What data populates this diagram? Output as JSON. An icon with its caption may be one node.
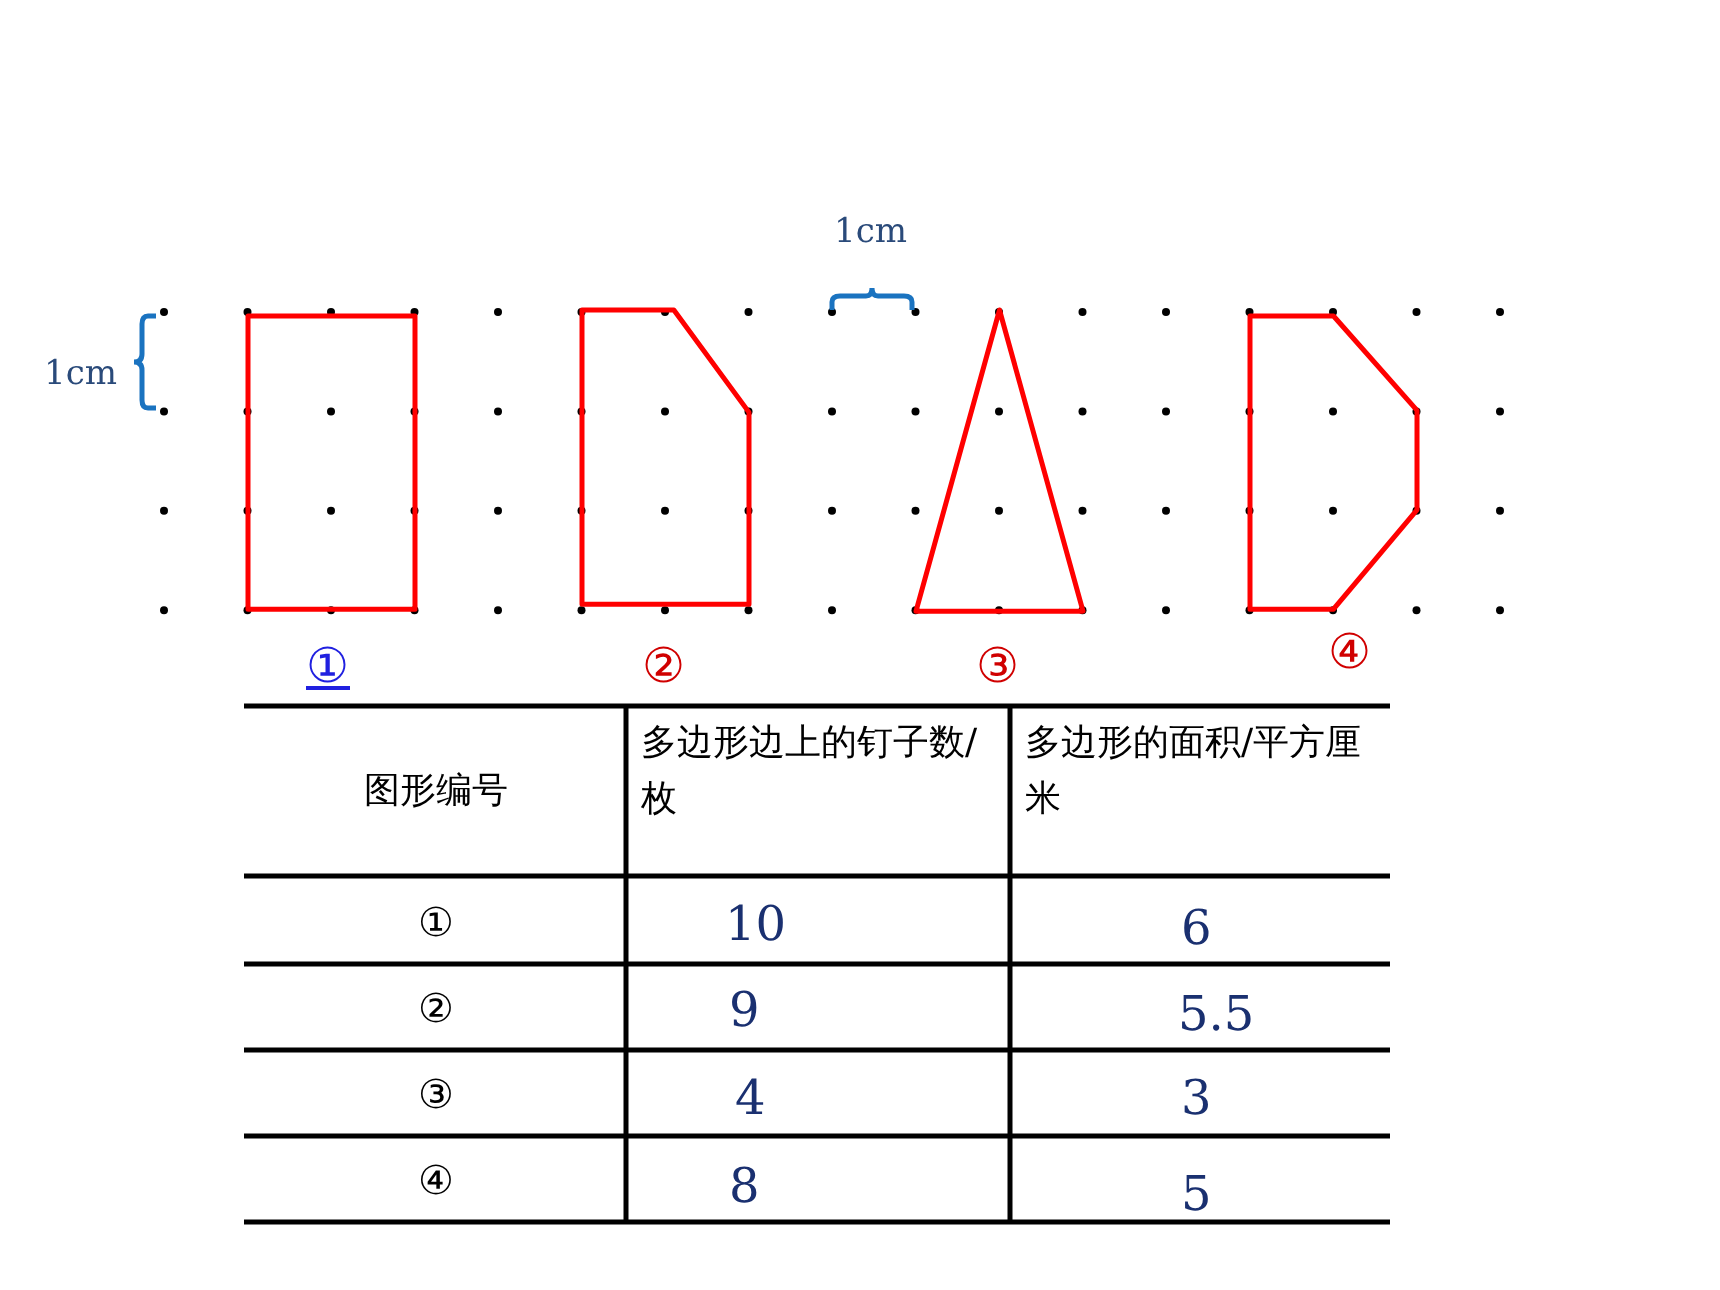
{
  "diagram": {
    "nodes": [
      {
        "text": [
          "①"
        ]
      },
      {
        "text": [
          "②"
        ]
      },
      {
        "text": [
          "③"
        ]
      },
      {
        "text": [
          "④"
        ]
      }
    ],
    "labels": [
      "1cm",
      "1cm",
      "图形编号",
      "多边形边上的钉子数/枚",
      "多边形的面积/平方厘米",
      "①",
      "10",
      "6",
      "②",
      "9",
      "5.5",
      "③",
      "4",
      "3",
      "④",
      "8",
      "5"
    ]
  }
}
